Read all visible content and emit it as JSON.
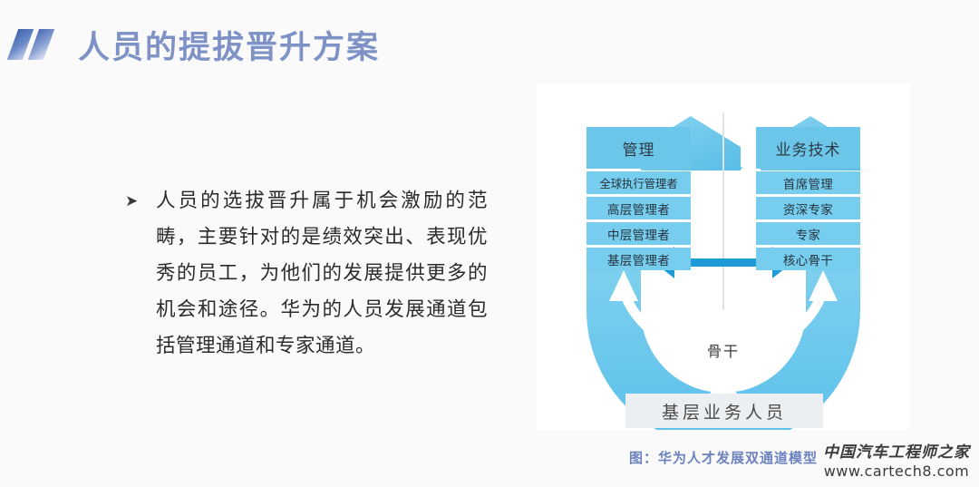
{
  "slide": {
    "background_color": "#fafafa",
    "title": "人员的提拔晋升方案",
    "title_color": "#7e92c6",
    "logo_icon": "double-slash-logo-icon"
  },
  "content": {
    "bullet_marker": "➤",
    "bullet_text": "人员的选拔晋升属于机会激励的范畴，主要针对的是绩效突出、表现优秀的员工，为他们的发展提供更多的机会和途径。华为的人员发展通道包括管理通道和专家通道。"
  },
  "diagram": {
    "caption": "图：华为人才发展双通道模型",
    "caption_color": "#6c82bd",
    "panel_color": "#ffffff",
    "band_color": "#6cc6ea",
    "row_color": "#76cdee",
    "accent_arrow_color": "#1e9bd7",
    "left_channel": {
      "head": "管理",
      "levels": [
        "全球执行管理者",
        "高层管理者",
        "中层管理者",
        "基层管理者"
      ]
    },
    "right_channel": {
      "head": "业务技术",
      "levels": [
        "首席管理",
        "资深专家",
        "专家",
        "核心骨干"
      ]
    },
    "core_label": "骨干",
    "base_label": "基层业务人员",
    "base_box_color": "#eceff1",
    "icons": {
      "left_up_chevron": "up-chevron-icon",
      "right_up_chevron": "up-chevron-icon",
      "center_double_arrow": "double-headed-arrow-icon",
      "left_curved_arrow": "curved-up-arrow-icon",
      "right_curved_arrow": "curved-up-arrow-icon",
      "base_up_arrow": "up-arrow-icon"
    }
  },
  "watermark": {
    "cn": "中国汽车工程师之家",
    "url": "www.cartech8.com"
  }
}
